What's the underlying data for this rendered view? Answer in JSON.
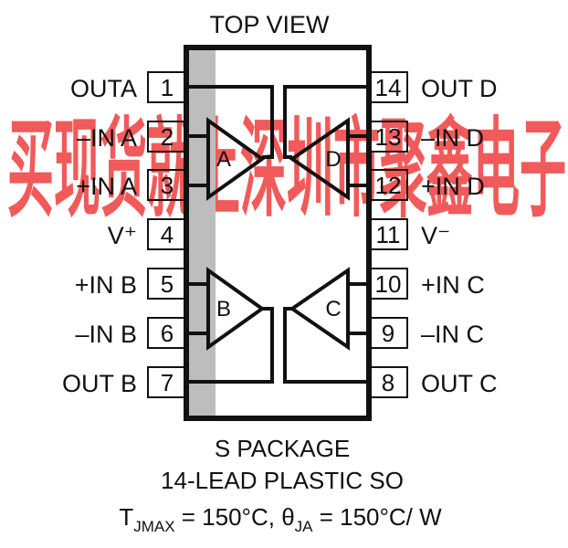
{
  "title": "TOP VIEW",
  "watermark": "买现货就上深圳市聚鑫电子",
  "colors": {
    "watermark": "#f15a5a",
    "ink": "#111111",
    "ground_strip": "#bdbdbd"
  },
  "pins": [
    {
      "num": "1",
      "label": "OUTA"
    },
    {
      "num": "2",
      "label": "–IN A"
    },
    {
      "num": "3",
      "label": "+IN A"
    },
    {
      "num": "4",
      "label": "V⁺"
    },
    {
      "num": "5",
      "label": "+IN B"
    },
    {
      "num": "6",
      "label": "–IN B"
    },
    {
      "num": "7",
      "label": "OUT B"
    },
    {
      "num": "8",
      "label": "OUT C"
    },
    {
      "num": "9",
      "label": "–IN C"
    },
    {
      "num": "10",
      "label": "+IN C"
    },
    {
      "num": "11",
      "label": "V⁻"
    },
    {
      "num": "12",
      "label": "+IN D"
    },
    {
      "num": "13",
      "label": "–IN D"
    },
    {
      "num": "14",
      "label": "OUT D"
    }
  ],
  "amplifiers": [
    "A",
    "B",
    "C",
    "D"
  ],
  "caption": {
    "line1": "S PACKAGE",
    "line2": "14-LEAD PLASTIC SO",
    "t_symbol": "T",
    "t_sub": "JMAX",
    "t_value": " = 150°C, ",
    "theta_symbol": "θ",
    "theta_sub": "JA",
    "theta_value": " = 150°C/ W"
  }
}
